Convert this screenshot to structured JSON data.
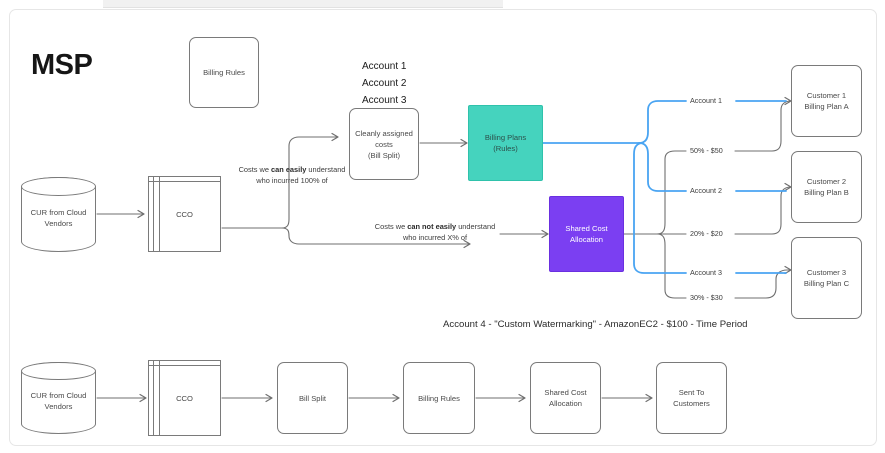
{
  "title_block": {
    "msp": "MSP"
  },
  "top_nodes": {
    "billing_rules": "Billing Rules",
    "cleanly_assigned": "Cleanly assigned\ncosts\n(Bill Split)",
    "cleanly_assigned_line1": "Cleanly assigned",
    "cleanly_assigned_line2": "costs",
    "cleanly_assigned_line3": "(Bill Split)",
    "billing_plans_line1": "Billing Plans",
    "billing_plans_line2": "(Rules)",
    "shared_cost_line1": "Shared Cost",
    "shared_cost_line2": "Allocation"
  },
  "accounts_list": {
    "account1": "Account 1",
    "account2": "Account 2",
    "account3": "Account 3"
  },
  "source": {
    "cur_line1": "CUR from Cloud",
    "cur_line2": "Vendors",
    "cco": "CCO"
  },
  "branch_labels": {
    "easy_prefix": "Costs we ",
    "easy_bold": "can easily",
    "easy_suffix": " understand",
    "easy_line2": "who incurred 100% of",
    "hard_prefix": "Costs we ",
    "hard_bold": "can not easily",
    "hard_suffix": " understand",
    "hard_line2": "who incurred X% of"
  },
  "flow_labels": {
    "account1": "Account 1",
    "account2": "Account 2",
    "account3": "Account 3",
    "split1": "50% - $50",
    "split2": "20% - $20",
    "split3": "30% - $30"
  },
  "customers": [
    {
      "name": "Customer 1",
      "plan": "Billing Plan A"
    },
    {
      "name": "Customer 2",
      "plan": "Billing Plan B"
    },
    {
      "name": "Customer 3",
      "plan": "Billing Plan C"
    }
  ],
  "footnote": "Account 4 - \"Custom Watermarking\" - AmazonEC2 - $100 - Time Period",
  "bottom_pipeline": {
    "cur_line1": "CUR from Cloud",
    "cur_line2": "Vendors",
    "cco": "CCO",
    "bill_split": "Bill Split",
    "billing_rules": "Billing Rules",
    "shared_cost_line1": "Shared Cost",
    "shared_cost_line2": "Allocation",
    "sent_to_customers": "Sent To Customers"
  },
  "colors": {
    "teal": "#45D3BE",
    "purple": "#7B3FF2",
    "blue_wire": "#49A4F2",
    "gray_wire": "#6f6f6f",
    "node_border": "#7a7a7a",
    "text": "#4a4a4a"
  }
}
